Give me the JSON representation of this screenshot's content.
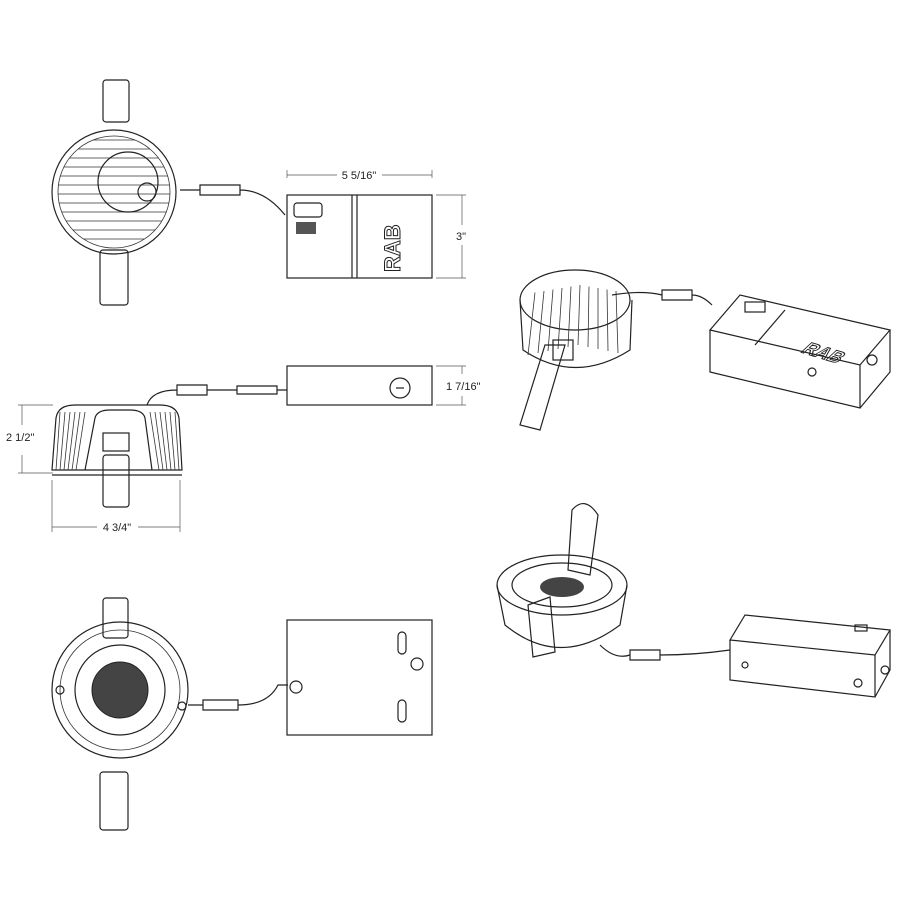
{
  "dimensions": {
    "box_length": "5 5/16\"",
    "box_width": "3\"",
    "box_height": "1 7/16\"",
    "fixture_height": "2 1/2\"",
    "fixture_diameter": "4 3/4\""
  },
  "logo": "RAB"
}
